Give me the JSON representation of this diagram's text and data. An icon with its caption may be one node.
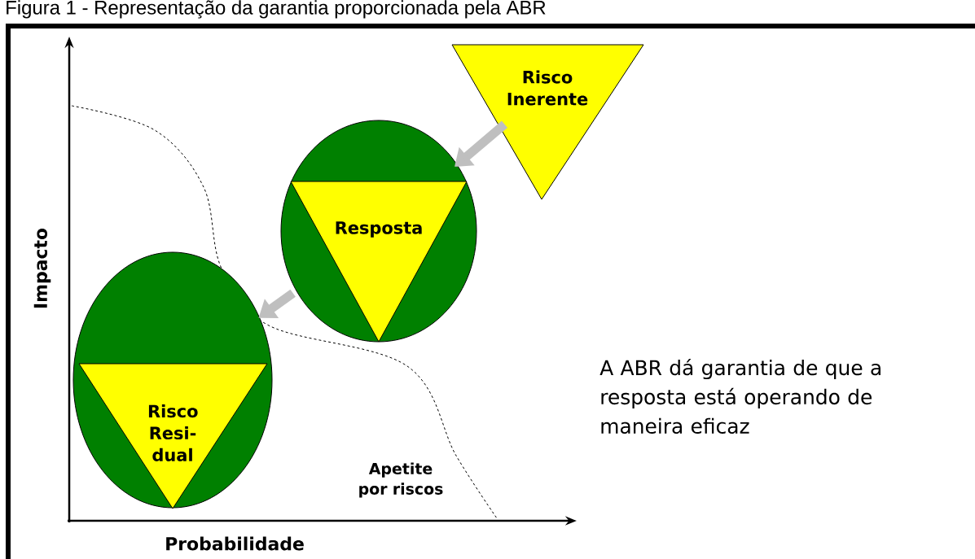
{
  "diagram": {
    "title": "Figura 1 - Representação da garantia proporcionada pela ABR",
    "nodes": [
      {
        "text": [
          "Risco Inerente"
        ]
      },
      {
        "text": [],
        "shape": "circle"
      },
      {
        "text": [
          "Resposta"
        ],
        "in": 1
      },
      {
        "text": [],
        "shape": "circle"
      },
      {
        "text": [
          "Risco Resi- dual"
        ],
        "in": 3
      }
    ],
    "edges": [
      {
        "from": 0,
        "to": 1,
        "arrow": "to"
      },
      {
        "from": 1,
        "to": 3,
        "arrow": "to"
      }
    ],
    "labels": [
      "Impacto",
      "Probabilidade",
      "Apetite por riscos",
      "A ABR dá garantia de que a resposta está operando de maneira eficaz"
    ]
  }
}
